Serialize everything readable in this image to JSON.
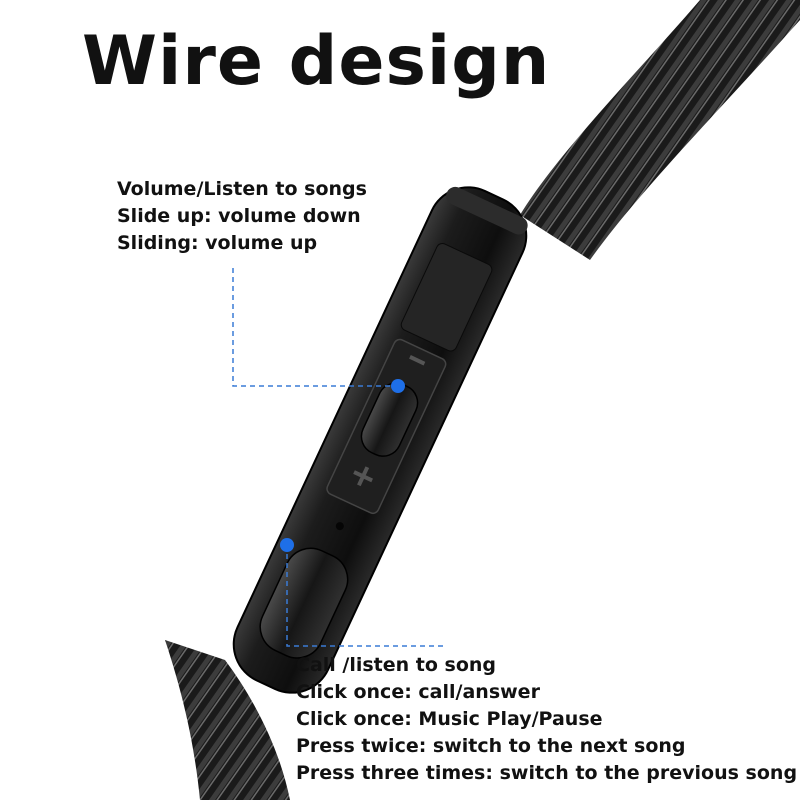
{
  "title": "Wire design",
  "top_annotation": {
    "lines": [
      "Volume/Listen to songs",
      "Slide up: volume down",
      "Sliding: volume up"
    ]
  },
  "bottom_annotation": {
    "lines": [
      "Call /listen to song",
      "Click once: call/answer",
      "Click once: Music Play/Pause",
      "Press twice: switch to the next song",
      "Press three times: switch to the previous song"
    ]
  },
  "colors": {
    "cable": "#1a1a1a",
    "cable_highlight": "#5a5a5a",
    "remote_body": "#141414",
    "accent_dot": "#1e6fe8",
    "leader_line": "#3a7bd5"
  }
}
